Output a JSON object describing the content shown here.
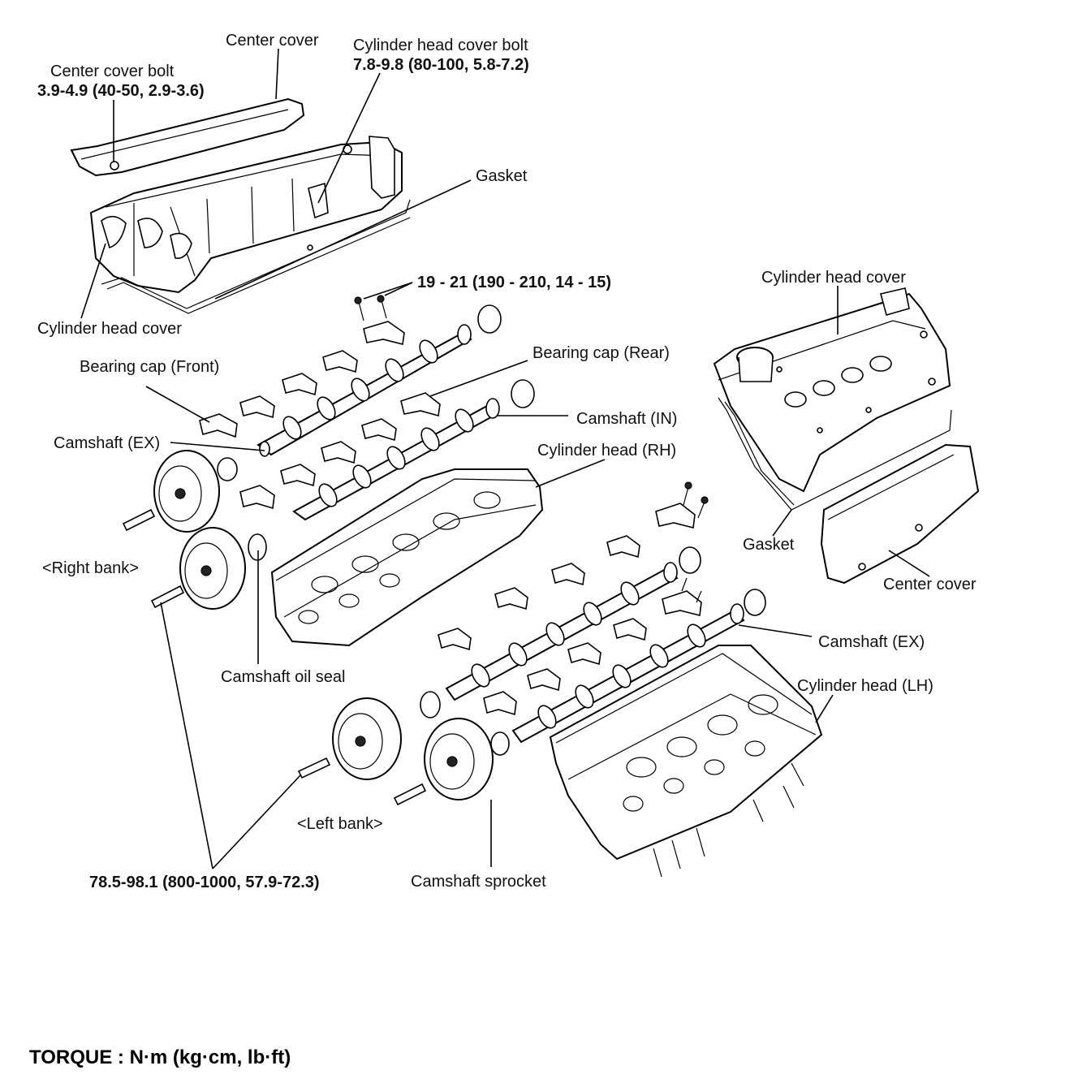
{
  "labels": {
    "center_cover_top": "Center cover",
    "center_cover_bolt": "Center cover bolt",
    "center_cover_bolt_torque": "3.9-4.9 (40-50, 2.9-3.6)",
    "cyl_head_cover_bolt": "Cylinder head cover bolt",
    "cyl_head_cover_bolt_torque": "7.8-9.8 (80-100, 5.8-7.2)",
    "gasket_top": "Gasket",
    "bearing_cap_torque": "19 - 21 (190 - 210, 14 - 15)",
    "cyl_head_cover_left": "Cylinder head cover",
    "cyl_head_cover_right": "Cylinder head cover",
    "bearing_cap_front": "Bearing cap (Front)",
    "bearing_cap_rear": "Bearing cap (Rear)",
    "camshaft_in": "Camshaft (IN)",
    "camshaft_ex_left": "Camshaft (EX)",
    "cyl_head_rh": "Cylinder head (RH)",
    "right_bank": "<Right bank>",
    "gasket_right": "Gasket",
    "center_cover_right": "Center cover",
    "camshaft_ex_right": "Camshaft (EX)",
    "camshaft_oil_seal": "Camshaft oil seal",
    "cyl_head_lh": "Cylinder head (LH)",
    "left_bank": "<Left bank>",
    "sprocket_bolt_torque": "78.5-98.1 (800-1000, 57.9-72.3)",
    "camshaft_sprocket": "Camshaft sprocket"
  },
  "torque_note": "TORQUE : N·m (kg·cm, lb·ft)"
}
